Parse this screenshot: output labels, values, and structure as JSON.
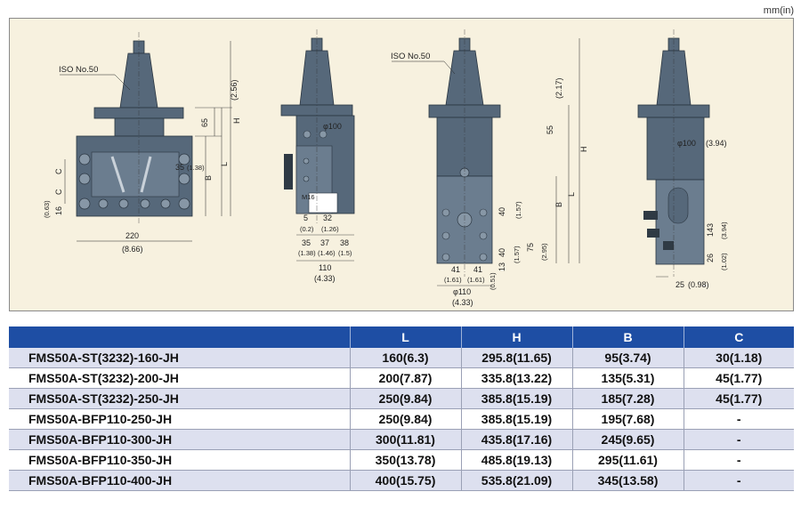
{
  "units_label": "mm(in)",
  "iso_label_left": "ISO No.50",
  "iso_label_right": "ISO No.50",
  "colors": {
    "body": "#56687a",
    "panel": "#f7f1df",
    "header": "#1e4ea4",
    "row_alt": "#dde0ef"
  },
  "dims": {
    "d_256": "(2.56)",
    "d_65": "65",
    "d_H": "H",
    "d_L": "L",
    "d_B": "B",
    "d_35": "35",
    "d_138": "(1.38)",
    "d_C1": "C",
    "d_C2": "C",
    "d_16": "16",
    "d_063": "(0.63)",
    "d_220": "220",
    "d_866": "(8.66)",
    "d_phi100": "φ100",
    "d_M16": "M16",
    "d_5": "5",
    "d_32": "32",
    "d_02": "(0.2)",
    "d_126": "(1.26)",
    "d_35b": "35",
    "d_37": "37",
    "d_38": "38",
    "d_138b": "(1.38)",
    "d_146": "(1.46)",
    "d_15": "(1.5)",
    "d_110": "110",
    "d_433": "(4.33)",
    "d_217": "(2.17)",
    "d_55": "55",
    "d_H2": "H",
    "d_L2": "L",
    "d_B2": "B",
    "d_40": "40",
    "d_157": "(1.57)",
    "d_40b": "40",
    "d_157b": "(1.57)",
    "d_75": "75",
    "d_295": "(2.95)",
    "d_13": "13",
    "d_051": "(0.51)",
    "d_41a": "41",
    "d_41b": "41",
    "d_161a": "(1.61)",
    "d_161b": "(1.61)",
    "d_phi110": "φ110",
    "d_433b": "(4.33)",
    "d_phi100b": "φ100",
    "d_394": "(3.94)",
    "d_143": "143",
    "d_394b": "(3.94)",
    "d_26": "26",
    "d_102": "(1.02)",
    "d_25": "25",
    "d_098": "(0.98)"
  },
  "table": {
    "headers": [
      "",
      "L",
      "H",
      "B",
      "C"
    ],
    "rows": [
      {
        "model": "FMS50A-ST(3232)-160-JH",
        "L": "160(6.3)",
        "H": "295.8(11.65)",
        "B": "95(3.74)",
        "C": "30(1.18)"
      },
      {
        "model": "FMS50A-ST(3232)-200-JH",
        "L": "200(7.87)",
        "H": "335.8(13.22)",
        "B": "135(5.31)",
        "C": "45(1.77)"
      },
      {
        "model": "FMS50A-ST(3232)-250-JH",
        "L": "250(9.84)",
        "H": "385.8(15.19)",
        "B": "185(7.28)",
        "C": "45(1.77)"
      },
      {
        "model": "FMS50A-BFP110-250-JH",
        "L": "250(9.84)",
        "H": "385.8(15.19)",
        "B": "195(7.68)",
        "C": "-"
      },
      {
        "model": "FMS50A-BFP110-300-JH",
        "L": "300(11.81)",
        "H": "435.8(17.16)",
        "B": "245(9.65)",
        "C": "-"
      },
      {
        "model": "FMS50A-BFP110-350-JH",
        "L": "350(13.78)",
        "H": "485.8(19.13)",
        "B": "295(11.61)",
        "C": "-"
      },
      {
        "model": "FMS50A-BFP110-400-JH",
        "L": "400(15.75)",
        "H": "535.8(21.09)",
        "B": "345(13.58)",
        "C": "-"
      }
    ]
  }
}
